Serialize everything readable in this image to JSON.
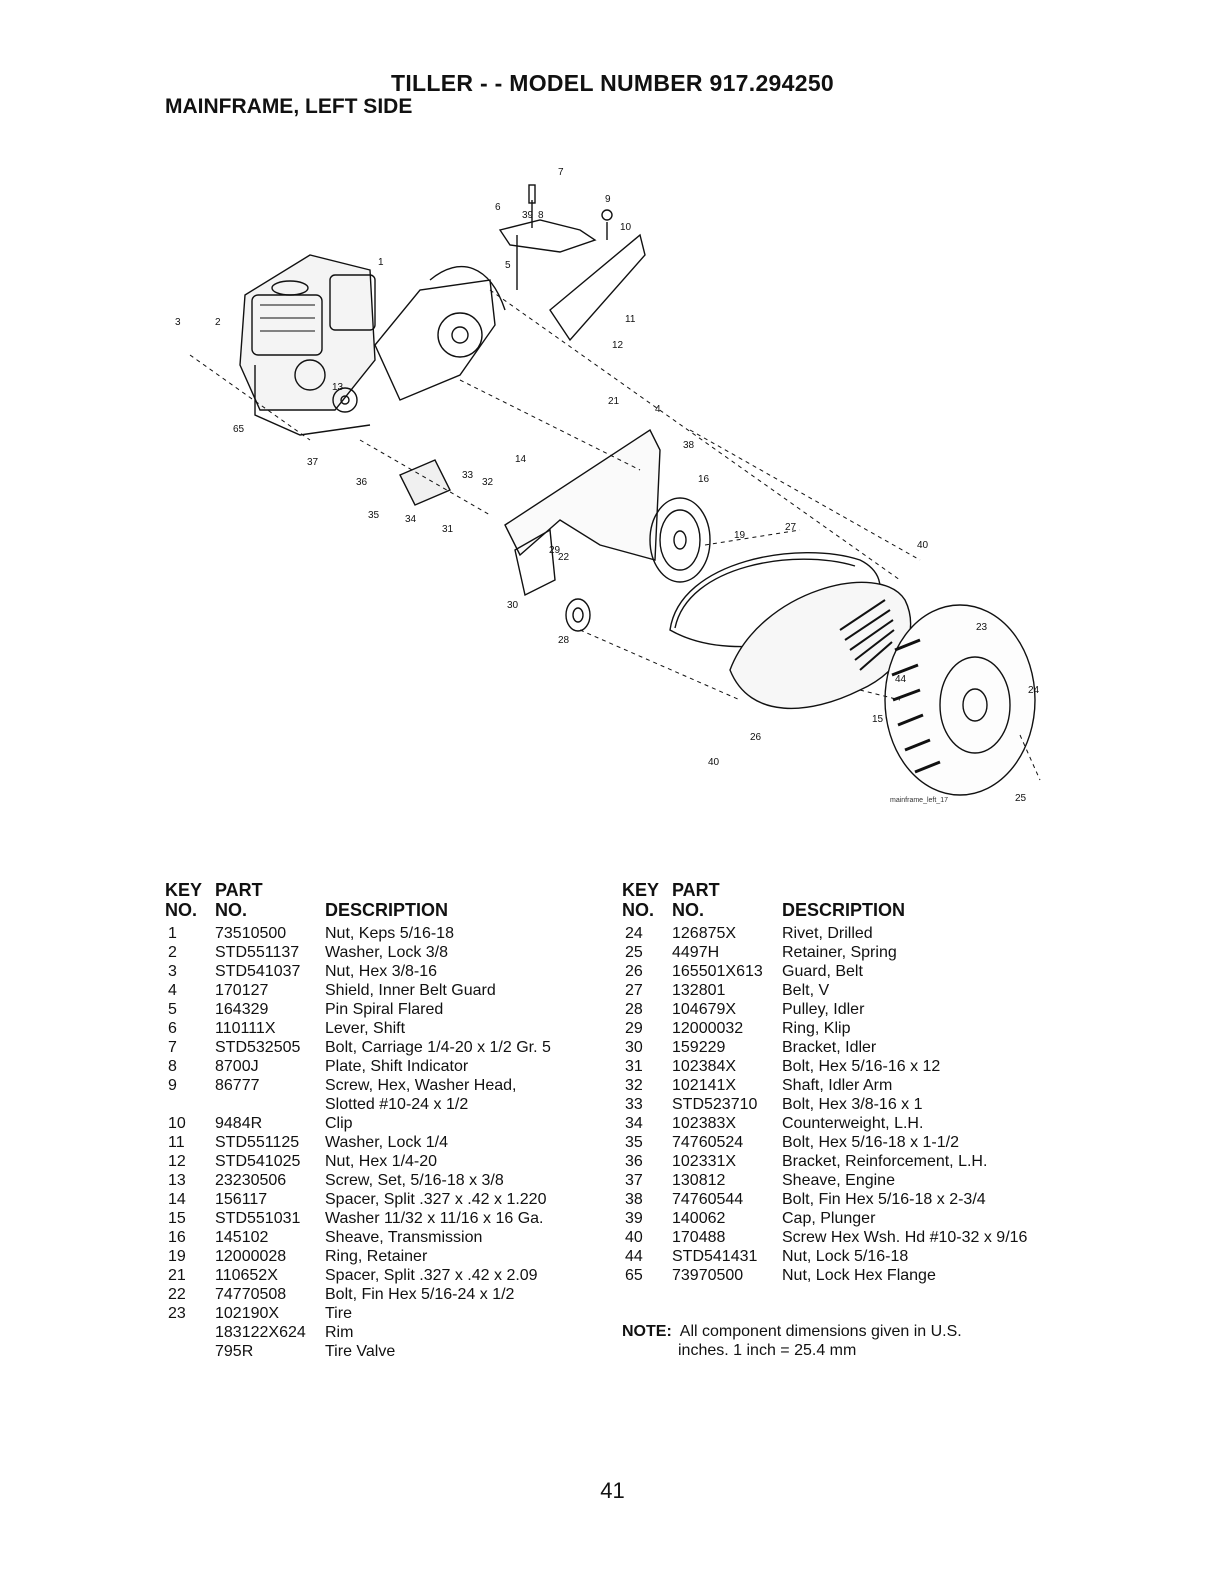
{
  "title": "TILLER - - MODEL NUMBER 917.294250",
  "subtitle": "MAINFRAME, LEFT SIDE",
  "diagram": {
    "credit": "mainframe_left_17",
    "callouts": [
      "1",
      "2",
      "3",
      "4",
      "5",
      "6",
      "7",
      "8",
      "9",
      "10",
      "11",
      "12",
      "13",
      "14",
      "15",
      "16",
      "19",
      "21",
      "22",
      "23",
      "24",
      "25",
      "26",
      "27",
      "28",
      "29",
      "30",
      "31",
      "32",
      "33",
      "34",
      "35",
      "36",
      "37",
      "38",
      "39",
      "40",
      "44",
      "65"
    ]
  },
  "headers": {
    "key1": "KEY",
    "key2": "NO.",
    "part1": "PART",
    "part2": "NO.",
    "desc": "DESCRIPTION"
  },
  "parts_left": [
    {
      "key": "1",
      "part": "73510500",
      "desc": "Nut, Keps 5/16-18"
    },
    {
      "key": "2",
      "part": "STD551137",
      "desc": "Washer, Lock 3/8"
    },
    {
      "key": "3",
      "part": "STD541037",
      "desc": "Nut, Hex 3/8-16"
    },
    {
      "key": "4",
      "part": "170127",
      "desc": "Shield, Inner Belt Guard"
    },
    {
      "key": "5",
      "part": "164329",
      "desc": "Pin Spiral Flared"
    },
    {
      "key": "6",
      "part": "110111X",
      "desc": "Lever, Shift"
    },
    {
      "key": "7",
      "part": "STD532505",
      "desc": "Bolt, Carriage 1/4-20 x 1/2 Gr. 5"
    },
    {
      "key": "8",
      "part": "8700J",
      "desc": "Plate, Shift Indicator"
    },
    {
      "key": "9",
      "part": "86777",
      "desc": "Screw, Hex, Washer Head,"
    },
    {
      "key": "",
      "part": "",
      "desc": "Slotted #10-24 x 1/2"
    },
    {
      "key": "10",
      "part": "9484R",
      "desc": "Clip"
    },
    {
      "key": "11",
      "part": "STD551125",
      "desc": "Washer, Lock 1/4"
    },
    {
      "key": "12",
      "part": "STD541025",
      "desc": "Nut, Hex 1/4-20"
    },
    {
      "key": "13",
      "part": "23230506",
      "desc": "Screw, Set, 5/16-18 x 3/8"
    },
    {
      "key": "14",
      "part": "156117",
      "desc": "Spacer, Split .327 x .42 x 1.220"
    },
    {
      "key": "15",
      "part": "STD551031",
      "desc": "Washer 11/32 x 11/16 x 16 Ga."
    },
    {
      "key": "16",
      "part": "145102",
      "desc": "Sheave, Transmission"
    },
    {
      "key": "19",
      "part": "12000028",
      "desc": "Ring, Retainer"
    },
    {
      "key": "21",
      "part": "110652X",
      "desc": "Spacer, Split .327 x .42 x 2.09"
    },
    {
      "key": "22",
      "part": "74770508",
      "desc": "Bolt, Fin Hex 5/16-24 x 1/2"
    },
    {
      "key": "23",
      "part": "102190X",
      "desc": "Tire"
    },
    {
      "key": "",
      "part": "183122X624",
      "desc": "Rim"
    },
    {
      "key": "",
      "part": "795R",
      "desc": "Tire Valve"
    }
  ],
  "parts_right": [
    {
      "key": "24",
      "part": "126875X",
      "desc": "Rivet, Drilled"
    },
    {
      "key": "25",
      "part": "4497H",
      "desc": "Retainer, Spring"
    },
    {
      "key": "26",
      "part": "165501X613",
      "desc": "Guard, Belt"
    },
    {
      "key": "27",
      "part": "132801",
      "desc": "Belt, V"
    },
    {
      "key": "28",
      "part": "104679X",
      "desc": "Pulley, Idler"
    },
    {
      "key": "29",
      "part": "12000032",
      "desc": "Ring, Klip"
    },
    {
      "key": "30",
      "part": "159229",
      "desc": "Bracket, Idler"
    },
    {
      "key": "31",
      "part": "102384X",
      "desc": "Bolt, Hex 5/16-16 x 12"
    },
    {
      "key": "32",
      "part": "102141X",
      "desc": "Shaft, Idler Arm"
    },
    {
      "key": "33",
      "part": "STD523710",
      "desc": "Bolt, Hex 3/8-16 x 1"
    },
    {
      "key": "34",
      "part": "102383X",
      "desc": "Counterweight, L.H."
    },
    {
      "key": "35",
      "part": "74760524",
      "desc": "Bolt, Hex 5/16-18 x 1-1/2"
    },
    {
      "key": "36",
      "part": "102331X",
      "desc": "Bracket, Reinforcement, L.H."
    },
    {
      "key": "37",
      "part": "130812",
      "desc": "Sheave, Engine"
    },
    {
      "key": "38",
      "part": "74760544",
      "desc": "Bolt, Fin Hex 5/16-18 x 2-3/4"
    },
    {
      "key": "39",
      "part": "140062",
      "desc": "Cap, Plunger"
    },
    {
      "key": "40",
      "part": "170488",
      "desc": "Screw Hex Wsh. Hd #10-32 x 9/16"
    },
    {
      "key": "44",
      "part": "STD541431",
      "desc": "Nut, Lock 5/16-18"
    },
    {
      "key": "65",
      "part": "73970500",
      "desc": "Nut, Lock Hex Flange"
    }
  ],
  "note": {
    "label": "NOTE:",
    "line1": "All component dimensions given in U.S.",
    "line2": "inches. 1 inch = 25.4 mm"
  },
  "page_number": "41"
}
